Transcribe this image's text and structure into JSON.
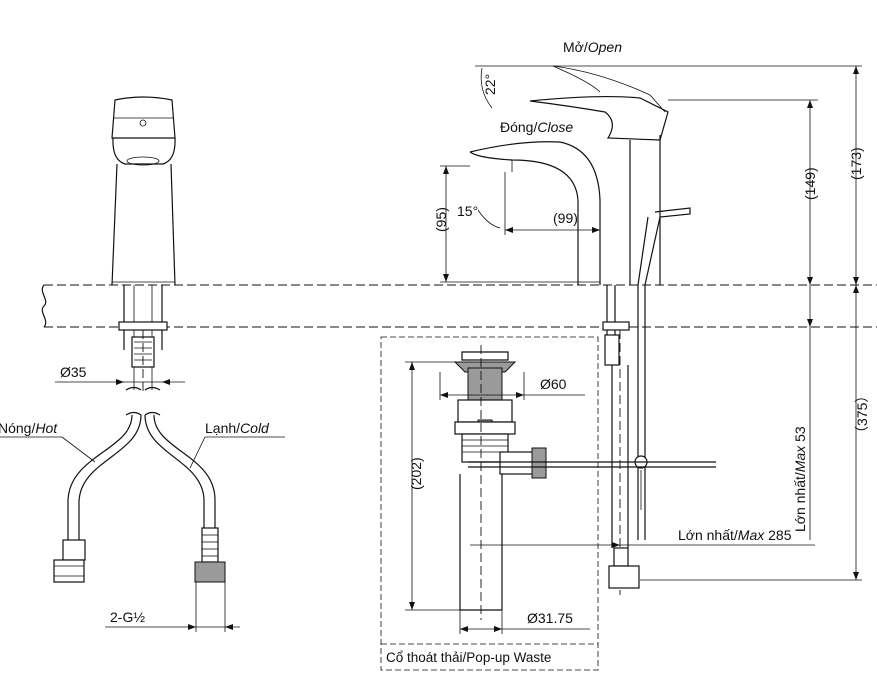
{
  "labels": {
    "open_vi": "Mở/",
    "open_en": "Open",
    "close_vi": "Đóng/",
    "close_en": "Close",
    "hot_vi": "Nóng/",
    "hot_en": "Hot",
    "cold_vi": "Lạnh/",
    "cold_en": "Cold",
    "max_height_vi": "Lớn nhất/",
    "max_height_en": "Max",
    "max_height_val": " 53",
    "max_reach_vi": "Lớn nhất/",
    "max_reach_en": "Max",
    "max_reach_val": " 285",
    "waste_caption": "Cổ thoát thải/Pop-up Waste"
  },
  "dimensions": {
    "angle_open": "22°",
    "angle_close": "15°",
    "spout_reach": "(99)",
    "spout_height": "(95)",
    "body_height": "(149)",
    "total_height": "(173)",
    "below_deck": "（375）",
    "shank_dia": "Ø35",
    "thread": "2-G½",
    "waste_dia_top": "Ø60",
    "waste_length": "(202)",
    "waste_dia_bottom": "Ø31.75"
  }
}
